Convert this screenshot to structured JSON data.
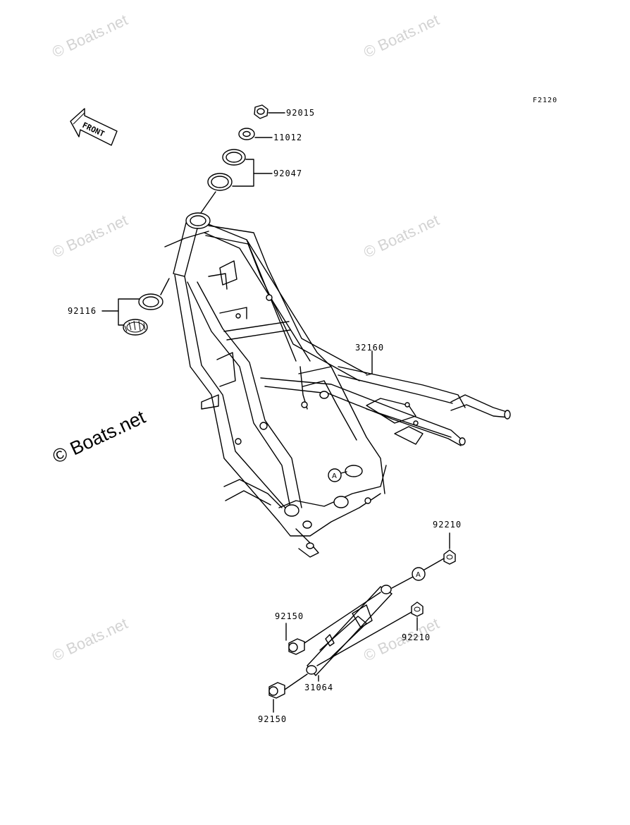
{
  "watermarks": [
    {
      "text": "© Boats.net"
    },
    {
      "text": "© Boats.net"
    },
    {
      "text": "© Boats.net"
    },
    {
      "text": "© Boats.net"
    },
    {
      "text": "© Boats.net"
    },
    {
      "text": "© Boats.net"
    },
    {
      "text": "© Boats.net"
    }
  ],
  "figure_code": "F2120",
  "front_label": "FRONT",
  "callout_letter": "A",
  "parts": [
    {
      "number": "92015"
    },
    {
      "number": "11012"
    },
    {
      "number": "92047"
    },
    {
      "number": "92116"
    },
    {
      "number": "32160"
    },
    {
      "number": "92210"
    },
    {
      "number": "92150"
    },
    {
      "number": "92210"
    },
    {
      "number": "31064"
    },
    {
      "number": "92150"
    }
  ],
  "colors": {
    "line": "#000000",
    "watermark": "#d3d3d3",
    "background": "#ffffff"
  }
}
